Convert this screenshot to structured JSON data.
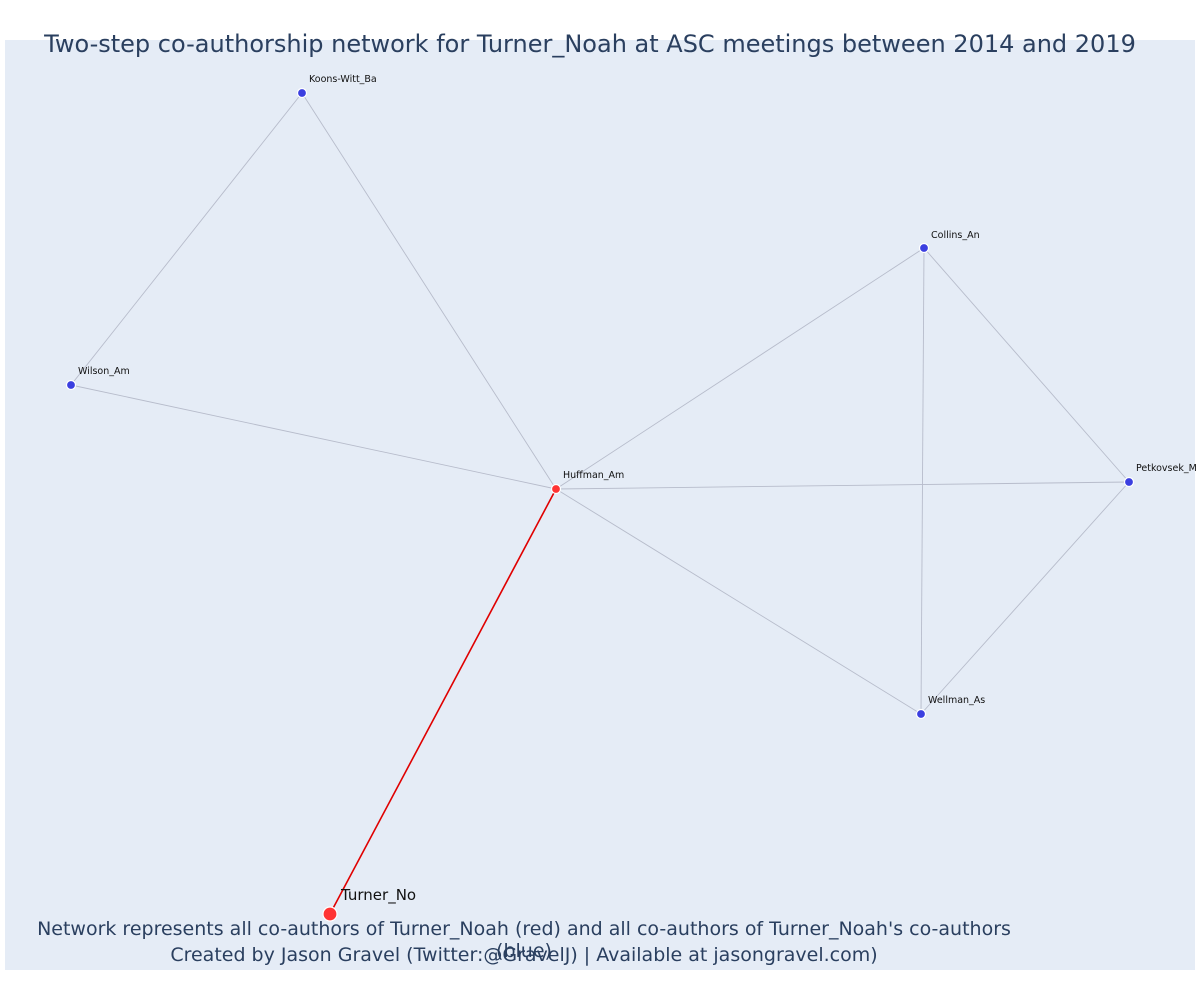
{
  "title": "Two-step co-authorship network for Turner_Noah at ASC meetings between 2014 and 2019",
  "caption": {
    "line1": "Network represents all co-authors of Turner_Noah (red) and all co-authors of Turner_Noah's co-authors (blue)",
    "line2": "Created by Jason Gravel (Twitter:@GravelJ) | Available at jasongravel.com)"
  },
  "colors": {
    "background": "#e5ecf6",
    "edge": "#b7bccb",
    "focal_edge": "#e00000",
    "red_node": "#ff3333",
    "blue_node": "#3b3fe0",
    "title_text": "#2a3f5f"
  },
  "nodes": [
    {
      "id": "koons",
      "label": "Koons-Witt_Ba",
      "group": "blue"
    },
    {
      "id": "collins",
      "label": "Collins_An",
      "group": "blue"
    },
    {
      "id": "wilson",
      "label": "Wilson_Am",
      "group": "blue"
    },
    {
      "id": "huffman",
      "label": "Huffman_Am",
      "group": "red"
    },
    {
      "id": "petkovsek",
      "label": "Petkovsek_M",
      "group": "blue"
    },
    {
      "id": "wellman",
      "label": "Wellman_As",
      "group": "blue"
    },
    {
      "id": "turner",
      "label": "Turner_No",
      "group": "focal"
    }
  ],
  "edges": [
    {
      "source": "koons",
      "target": "wilson",
      "type": "normal"
    },
    {
      "source": "koons",
      "target": "huffman",
      "type": "normal"
    },
    {
      "source": "wilson",
      "target": "huffman",
      "type": "normal"
    },
    {
      "source": "huffman",
      "target": "collins",
      "type": "normal"
    },
    {
      "source": "huffman",
      "target": "petkovsek",
      "type": "normal"
    },
    {
      "source": "huffman",
      "target": "wellman",
      "type": "normal"
    },
    {
      "source": "collins",
      "target": "petkovsek",
      "type": "normal"
    },
    {
      "source": "collins",
      "target": "wellman",
      "type": "normal"
    },
    {
      "source": "petkovsek",
      "target": "wellman",
      "type": "normal"
    },
    {
      "source": "huffman",
      "target": "turner",
      "type": "focal"
    }
  ]
}
